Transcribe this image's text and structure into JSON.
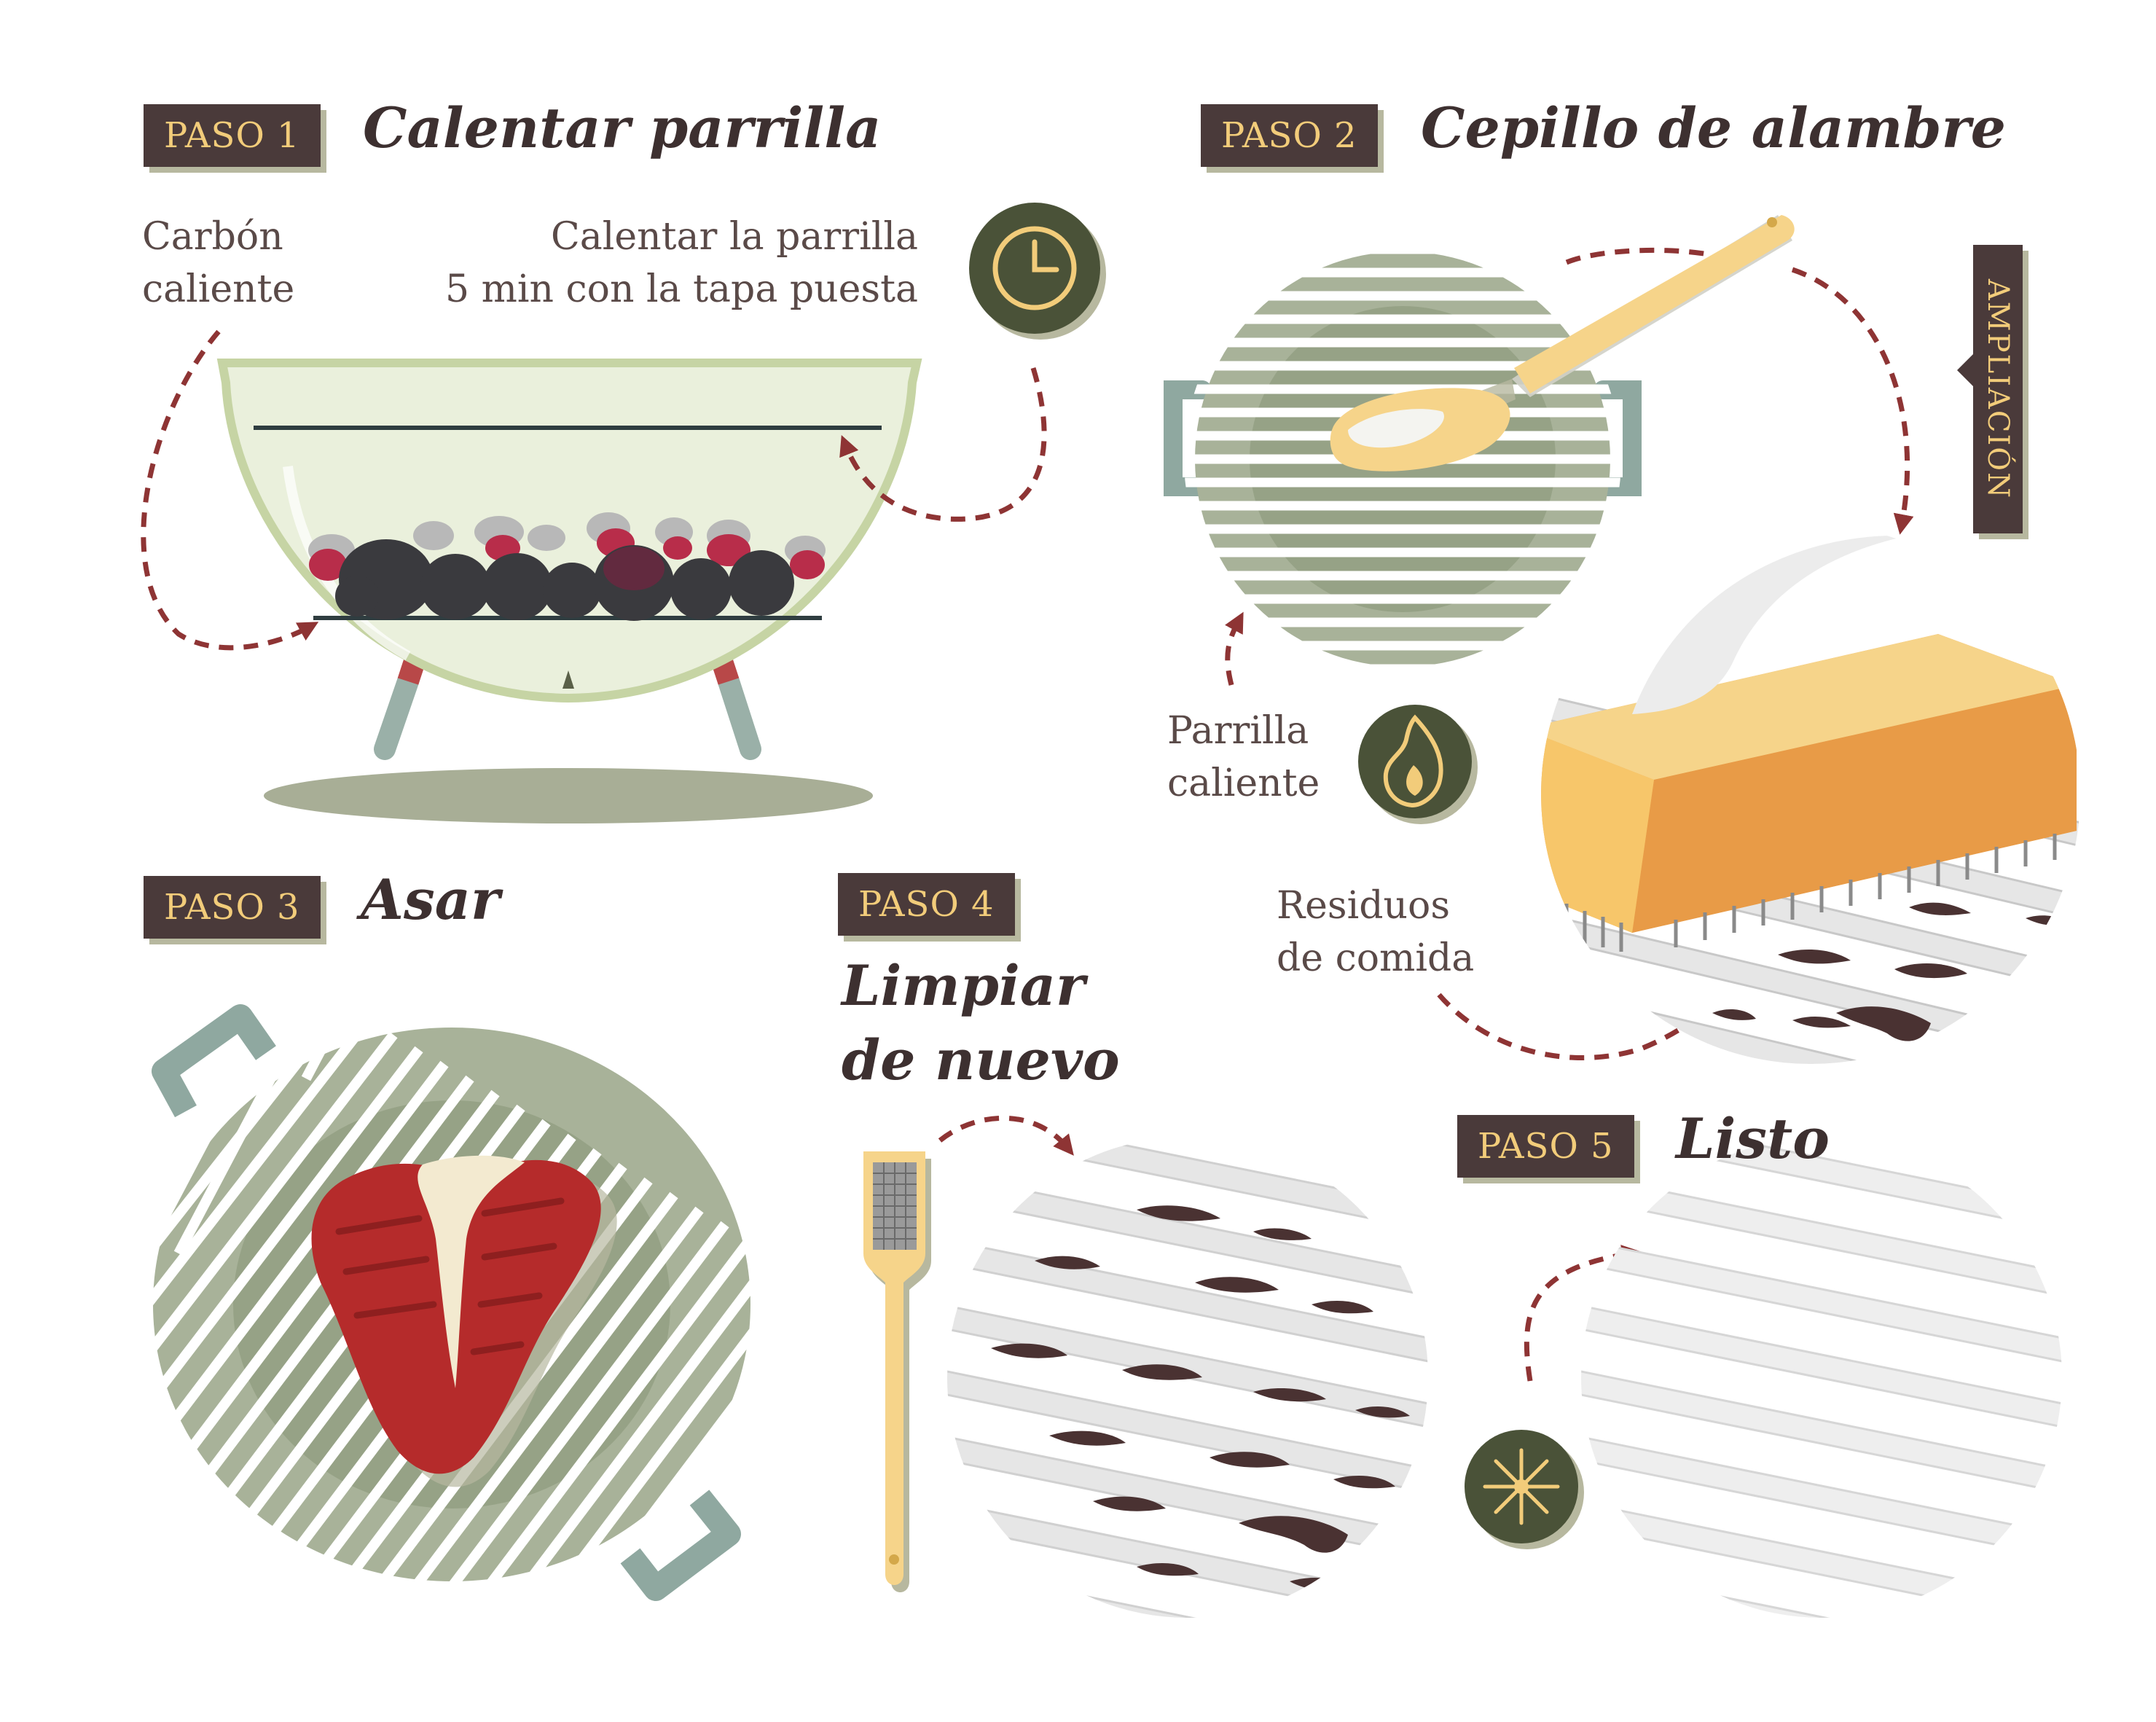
{
  "steps": [
    {
      "badge": "PASO 1",
      "title": "Calentar parrilla"
    },
    {
      "badge": "PASO 2",
      "title": "Cepillo de alambre"
    },
    {
      "badge": "PASO 3",
      "title": "Asar"
    },
    {
      "badge": "PASO 4",
      "title_line1": "Limpiar",
      "title_line2": "de nuevo"
    },
    {
      "badge": "PASO 5",
      "title": "Listo"
    }
  ],
  "labels": {
    "hot_coal": [
      "Carbón",
      "caliente"
    ],
    "preheat": [
      "Calentar la parrilla",
      "5 min con la tapa puesta"
    ],
    "hot_grill": [
      "Parrilla",
      "caliente"
    ],
    "food_residue": [
      "Residuos",
      "de comida"
    ],
    "zoom": "AMPLIACIÓN"
  },
  "icons": [
    "clock-icon",
    "flame-icon",
    "sparkle-icon"
  ],
  "colors": {
    "badge_bg": "#4a3a3a",
    "badge_text": "#f2cc7a",
    "sage": "#9aa58e",
    "dark_sage": "#4a5238",
    "arrow_red": "#8e3434",
    "brush_yellow": "#f6d48a",
    "steak_red": "#b52b2b"
  }
}
